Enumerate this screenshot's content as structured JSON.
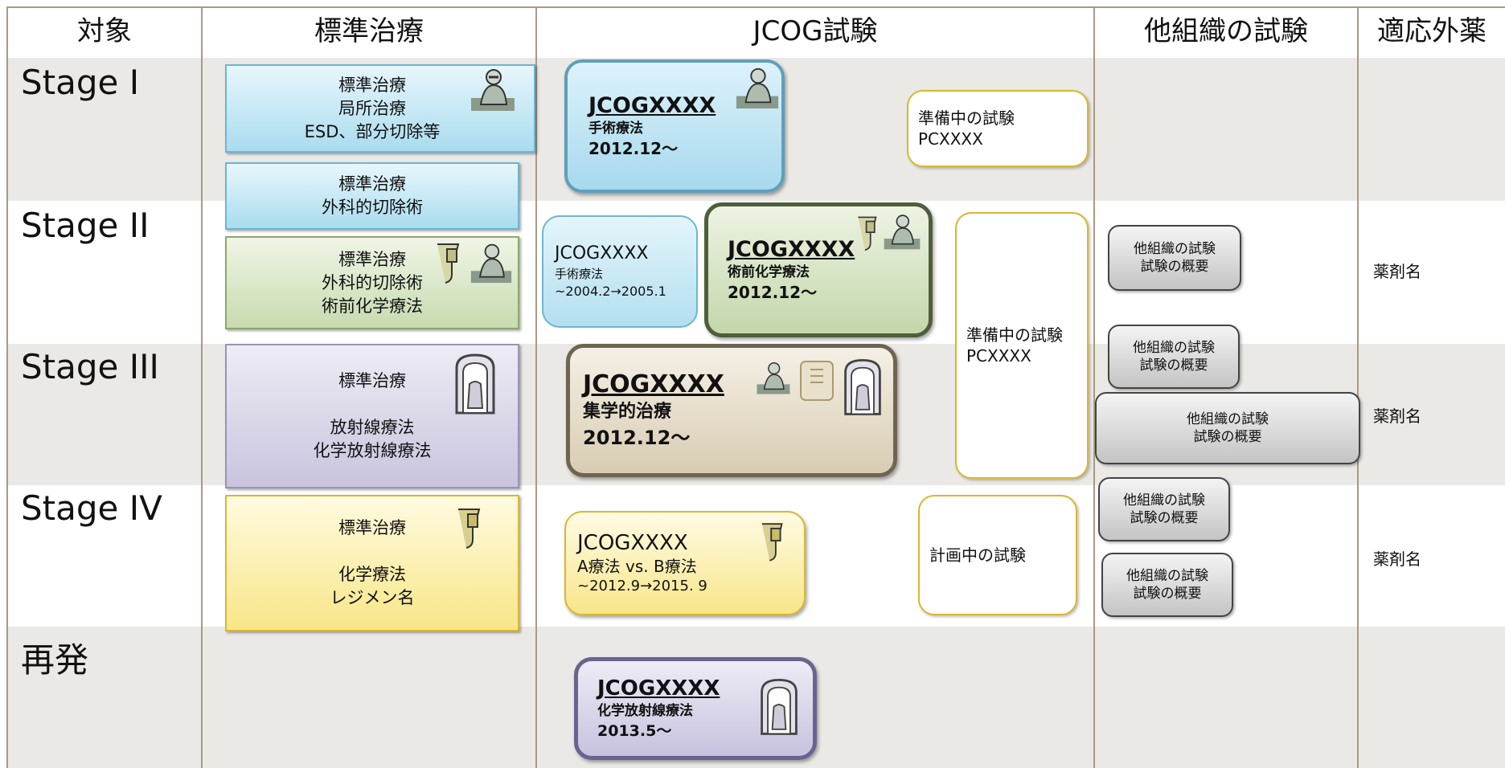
{
  "headers": {
    "target": "対象",
    "standard": "標準治療",
    "jcog": "JCOG試験",
    "other_org": "他組織の試験",
    "indication": "適応外薬"
  },
  "stages": [
    "Stage I",
    "Stage II",
    "Stage III",
    "Stage IV",
    "再発"
  ],
  "standard_boxes": [
    {
      "lines": [
        "標準治療",
        "局所治療",
        "ESD、部分切除等"
      ],
      "icon": "surgeon-icon"
    },
    {
      "lines": [
        "標準治療",
        "外科的切除術"
      ]
    },
    {
      "lines": [
        "標準治療",
        "外科的切除術",
        "術前化学療法"
      ],
      "icons": [
        "iv-drip-icon",
        "surgeon-icon"
      ]
    },
    {
      "lines": [
        "標準治療",
        "",
        "放射線療法",
        "化学放射線療法"
      ],
      "icon": "radiation-machine-icon"
    },
    {
      "lines": [
        "標準治療",
        "",
        "化学療法",
        "レジメン名"
      ],
      "icon": "iv-drip-icon"
    }
  ],
  "jcog_trials": [
    {
      "id": "JCOGXXXX",
      "therapy": "手術療法",
      "date": "2012.12〜"
    },
    {
      "id": "JCOGXXXX",
      "therapy": "手術療法",
      "date": "~2004.2→2005.1"
    },
    {
      "id": "JCOGXXXX",
      "therapy": "術前化学療法",
      "date": "2012.12〜"
    },
    {
      "id": "JCOGXXXX",
      "therapy": "集学的治療",
      "date": "2012.12〜"
    },
    {
      "id": "JCOGXXXX",
      "therapy": "A療法 vs. B療法",
      "date": "~2012.9→2015. 9"
    },
    {
      "id": "JCOGXXXX",
      "therapy": "化学放射線療法",
      "date": "2013.5〜"
    }
  ],
  "pending_trials": [
    {
      "lines": [
        "準備中の試験",
        "PCXXXX"
      ]
    },
    {
      "lines": [
        "準備中の試験",
        "PCXXXX"
      ]
    },
    {
      "lines": [
        "計画中の試験"
      ]
    }
  ],
  "other_trials": [
    {
      "lines": [
        "他組織の試験",
        "試験の概要"
      ]
    },
    {
      "lines": [
        "他組織の試験",
        "試験の概要"
      ]
    },
    {
      "lines": [
        "他組織の試験",
        "試験の概要"
      ]
    },
    {
      "lines": [
        "他組織の試験",
        "試験の概要"
      ]
    },
    {
      "lines": [
        "他組織の試験",
        "試験の概要"
      ]
    }
  ],
  "drugs": [
    "薬剤名",
    "薬剤名",
    "薬剤名"
  ],
  "colors": {
    "band_gray": "#ebe9e5",
    "grid_line": "#a89a84",
    "blue": "#6cb6d2",
    "green_dark": "#4f5e3a",
    "olive_brown": "#7a6a52",
    "yellow": "#d9b732",
    "purple_dark": "#6a6290"
  }
}
